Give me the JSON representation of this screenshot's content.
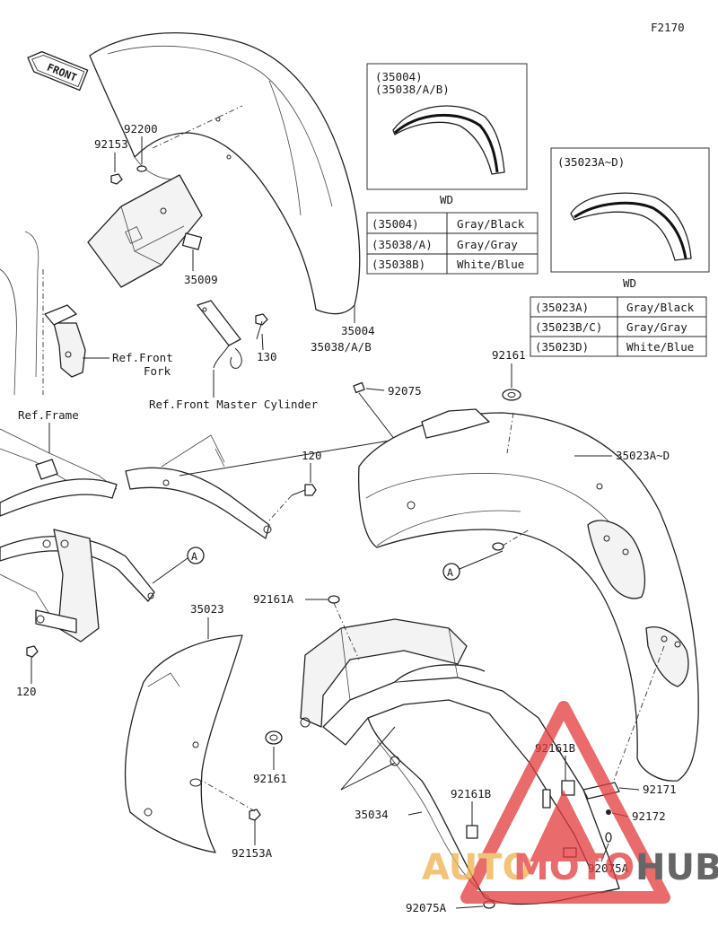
{
  "diagram_code": "F2170",
  "front_arrow": "FRONT",
  "callouts": {
    "p92200": "92200",
    "p92153": "92153",
    "p35009": "35009",
    "p35004": "35004",
    "p35038": "35038/A/B",
    "p130": "130",
    "ref_front_fork_1": "Ref.Front",
    "ref_front_fork_2": "Fork",
    "ref_master_cyl": "Ref.Front Master Cylinder",
    "p92075": "92075",
    "ref_frame": "Ref.Frame",
    "p120a": "120",
    "p120b": "120",
    "circle_a1": "A",
    "circle_a2": "A",
    "p35023": "35023",
    "p92161A": "92161A",
    "p92161a": "92161",
    "p92161b": "92161",
    "p35023AD": "35023A~D",
    "p92153A": "92153A",
    "p35034": "35034",
    "p92161B1": "92161B",
    "p92161B2": "92161B",
    "p92171": "92171",
    "p92172": "92172",
    "p92075A1": "92075A",
    "p92075A2": "92075A"
  },
  "inset_front": {
    "line1": "(35004)",
    "line2": "(35038/A/B)",
    "caption": "WD"
  },
  "inset_rear": {
    "line1": "(35023A~D)",
    "caption": "WD"
  },
  "color_table_front": [
    {
      "part": "(35004)",
      "color": "Gray/Black"
    },
    {
      "part": "(35038/A)",
      "color": "Gray/Gray"
    },
    {
      "part": "(35038B)",
      "color": "White/Blue"
    }
  ],
  "color_table_rear": [
    {
      "part": "(35023A)",
      "color": "Gray/Black"
    },
    {
      "part": "(35023B/C)",
      "color": "Gray/Gray"
    },
    {
      "part": "(35023D)",
      "color": "White/Blue"
    }
  ],
  "watermark": {
    "left": "AUTO",
    "mid": "MOTO",
    "right": "HUB",
    "color_orange": "#f0b04a",
    "color_red": "#e23a3a",
    "color_dark": "#333333"
  }
}
